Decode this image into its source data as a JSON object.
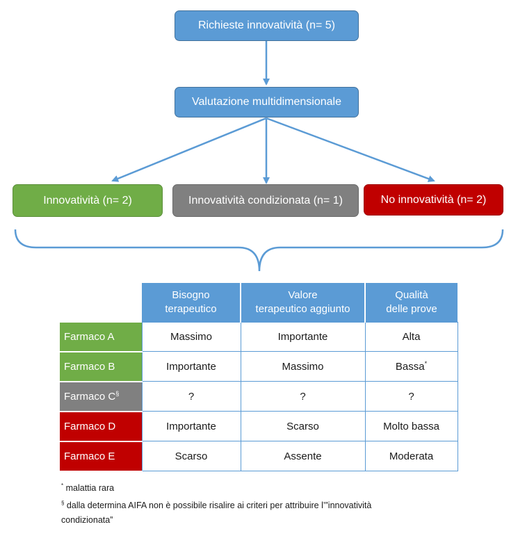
{
  "flow": {
    "top": "Richieste innovatività (n= 5)",
    "middle": "Valutazione multidimensionale",
    "outcomes": [
      {
        "label": "Innovatività (n= 2)",
        "color": "#70ad47"
      },
      {
        "label": "Innovatività condizionata (n= 1)",
        "color": "#808080"
      },
      {
        "label": "No innovatività (n= 2)",
        "color": "#c00000"
      }
    ]
  },
  "colors": {
    "blue": "#5b9bd5",
    "green": "#70ad47",
    "grey": "#808080",
    "red": "#c00000"
  },
  "table": {
    "headers": [
      {
        "line1": "Bisogno",
        "line2": "terapeutico"
      },
      {
        "line1": "Valore",
        "line2": "terapeutico aggiunto"
      },
      {
        "line1": "Qualità",
        "line2": "delle prove"
      }
    ],
    "rows": [
      {
        "label": "Farmaco A",
        "sup": "",
        "bisogno": "Massimo",
        "valore": "Importante",
        "qualita": "Alta",
        "qualita_sup": ""
      },
      {
        "label": "Farmaco B",
        "sup": "",
        "bisogno": "Importante",
        "valore": "Massimo",
        "qualita": "Bassa",
        "qualita_sup": "*"
      },
      {
        "label": "Farmaco C",
        "sup": "§",
        "bisogno": "?",
        "valore": "?",
        "qualita": "?",
        "qualita_sup": ""
      },
      {
        "label": "Farmaco D",
        "sup": "",
        "bisogno": "Importante",
        "valore": "Scarso",
        "qualita": "Molto bassa",
        "qualita_sup": ""
      },
      {
        "label": "Farmaco E",
        "sup": "",
        "bisogno": "Scarso",
        "valore": "Assente",
        "qualita": "Moderata",
        "qualita_sup": ""
      }
    ]
  },
  "footnotes": {
    "star_symbol": "*",
    "star_text": " malattia rara",
    "section_symbol": "§",
    "section_text_line1": " dalla determina AIFA non è possibile risalire ai criteri per attribuire l’”innovatività",
    "section_text_line2": "condizionata”"
  }
}
